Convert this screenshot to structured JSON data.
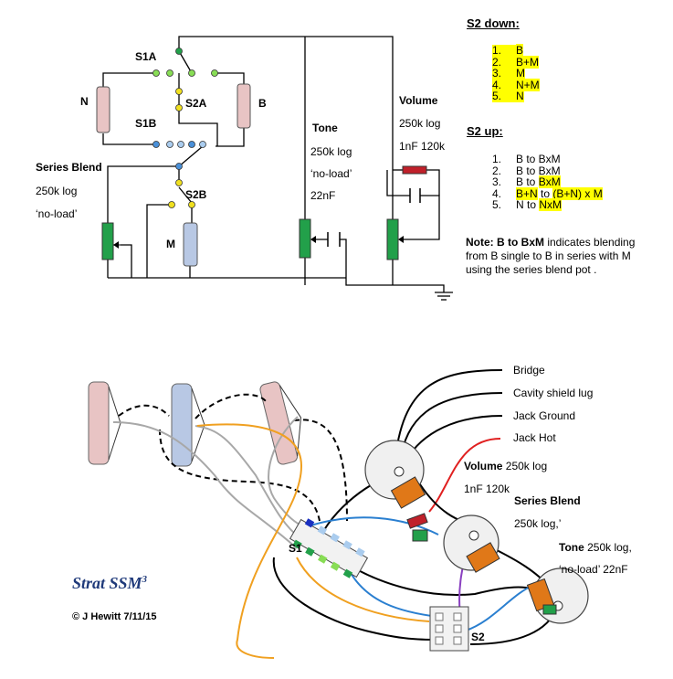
{
  "schematic": {
    "labels": {
      "s1a": "S1A",
      "s1b": "S1B",
      "s2a": "S2A",
      "s2b": "S2B",
      "n": "N",
      "b": "B",
      "m": "M",
      "tone_title": "Tone",
      "tone_spec1": "250k log",
      "tone_spec2": "‘no-load’",
      "tone_spec3": "22nF",
      "volume_title": "Volume",
      "volume_spec1": "250k log",
      "volume_spec2": "1nF 120k",
      "blend_title": "Series Blend",
      "blend_spec1": "250k log",
      "blend_spec2": "‘no-load’"
    }
  },
  "s2_down": {
    "heading": "S2 down:",
    "items": [
      {
        "num": "1.",
        "text": "B"
      },
      {
        "num": "2.",
        "text": "B+M"
      },
      {
        "num": "3.",
        "text": "M"
      },
      {
        "num": "4.",
        "text": "N+M"
      },
      {
        "num": "5.",
        "text": "N"
      }
    ]
  },
  "s2_up": {
    "heading": "S2 up:",
    "items": [
      {
        "num": "1.",
        "a": "B to BxM",
        "b": "",
        "c": ""
      },
      {
        "num": "2.",
        "a": "B to BxM",
        "b": "",
        "c": ""
      },
      {
        "num": "3.",
        "a": "B to ",
        "b": "BxM",
        "c": ""
      },
      {
        "num": "4.",
        "a": "B+N",
        "b": " to ",
        "c": "(B+N) x M"
      },
      {
        "num": "5.",
        "a": "N to ",
        "b": "NxM",
        "c": ""
      }
    ]
  },
  "note": {
    "bold": "Note: B to BxM",
    "text": " indicates blending from B single to B in series with M using the series blend pot ."
  },
  "wiring": {
    "bridge": "Bridge",
    "cavity": "Cavity shield lug",
    "jack_ground": "Jack Ground",
    "jack_hot": "Jack Hot",
    "volume_title": "Volume",
    "volume_spec": " 250k log",
    "volume_cap": "1nF 120k",
    "blend_title": "Series Blend",
    "blend_spec": "250k log,’",
    "tone_title": "Tone",
    "tone_spec": " 250k log,",
    "tone_spec2": "‘no-load’ 22nF",
    "s1": "S1",
    "s2": "S2"
  },
  "title": "Strat SSM",
  "title_sup": "3",
  "copyright": "©  J Hewitt 7/11/15",
  "colors": {
    "pickup_pink": "#e8c4c4",
    "pickup_blue": "#b8c8e4",
    "pot_green": "#22a04a",
    "resistor_red": "#c0202a",
    "highlight": "#ffff00",
    "wire_orange": "#f0a020",
    "wire_blue": "#2a7fd0",
    "wire_purple": "#8a40c0",
    "wire_red": "#e02020",
    "wire_grey": "#a8a8a8"
  }
}
